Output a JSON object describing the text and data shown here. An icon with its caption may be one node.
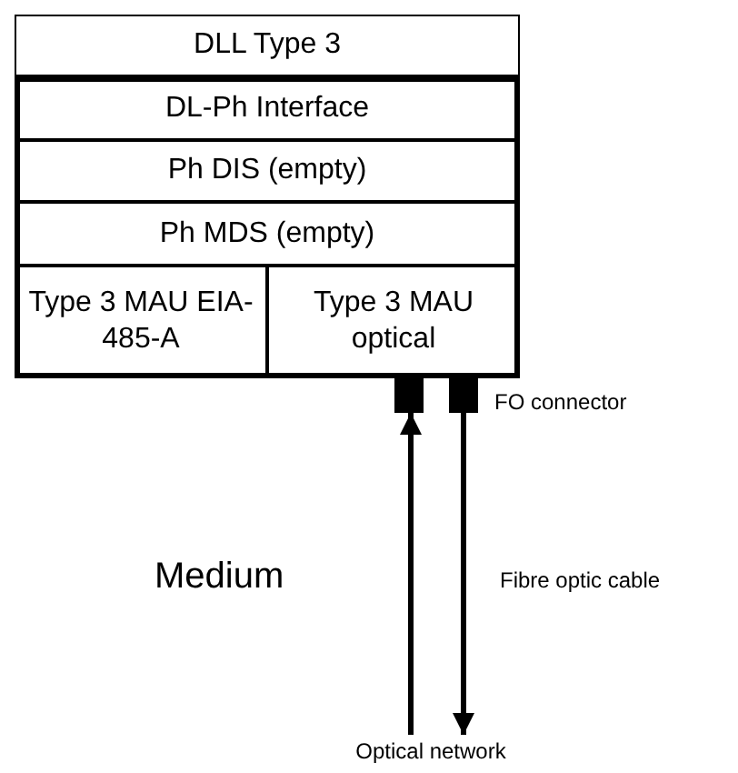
{
  "diagram": {
    "nodes": [
      {
        "text": [
          "DLL Type 3"
        ]
      },
      {
        "text": [
          "DL-Ph Interface"
        ]
      },
      {
        "text": [
          "Ph DIS (empty)"
        ]
      },
      {
        "text": [
          "Ph MDS (empty)"
        ]
      },
      {
        "text": [
          "Type 3 MAU EIA-485-A"
        ]
      },
      {
        "text": [
          "Type 3 MAU optical"
        ]
      },
      {
        "text": [],
        "shape": "box"
      },
      {
        "text": [],
        "shape": "box"
      },
      {
        "text": [
          "Optical network"
        ]
      }
    ],
    "edges": [
      {
        "from": 8,
        "to": 6,
        "arrow": "to"
      },
      {
        "from": 7,
        "to": 8,
        "arrow": "to"
      }
    ],
    "labels": [
      "FO connector",
      "Medium",
      "Fibre optic cable"
    ]
  }
}
